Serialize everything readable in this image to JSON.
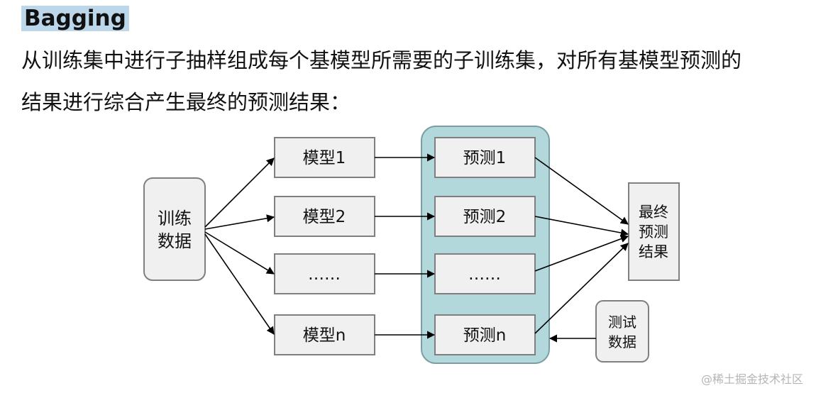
{
  "heading": "Bagging",
  "paragraph": {
    "line1": "从训练集中进行子抽样组成每个基模型所需要的子训练集，对所有基模型预测的",
    "line2": "结果进行综合产生最终的预测结果："
  },
  "diagram": {
    "training_data": [
      "训练",
      "数据"
    ],
    "models": [
      "模型1",
      "模型2",
      "……",
      "模型n"
    ],
    "predictions": [
      "预测1",
      "预测2",
      "……",
      "预测n"
    ],
    "final_result": [
      "最终",
      "预测",
      "结果"
    ],
    "test_data": [
      "测试",
      "数据"
    ],
    "colors": {
      "box_fill": "#f0f0f0",
      "box_stroke": "#7f7f7f",
      "group_fill": "#b2d8dc",
      "group_stroke": "#7a9ea3",
      "title_highlight": "#bcd6ea"
    }
  },
  "watermark": "@稀土掘金技术社区"
}
